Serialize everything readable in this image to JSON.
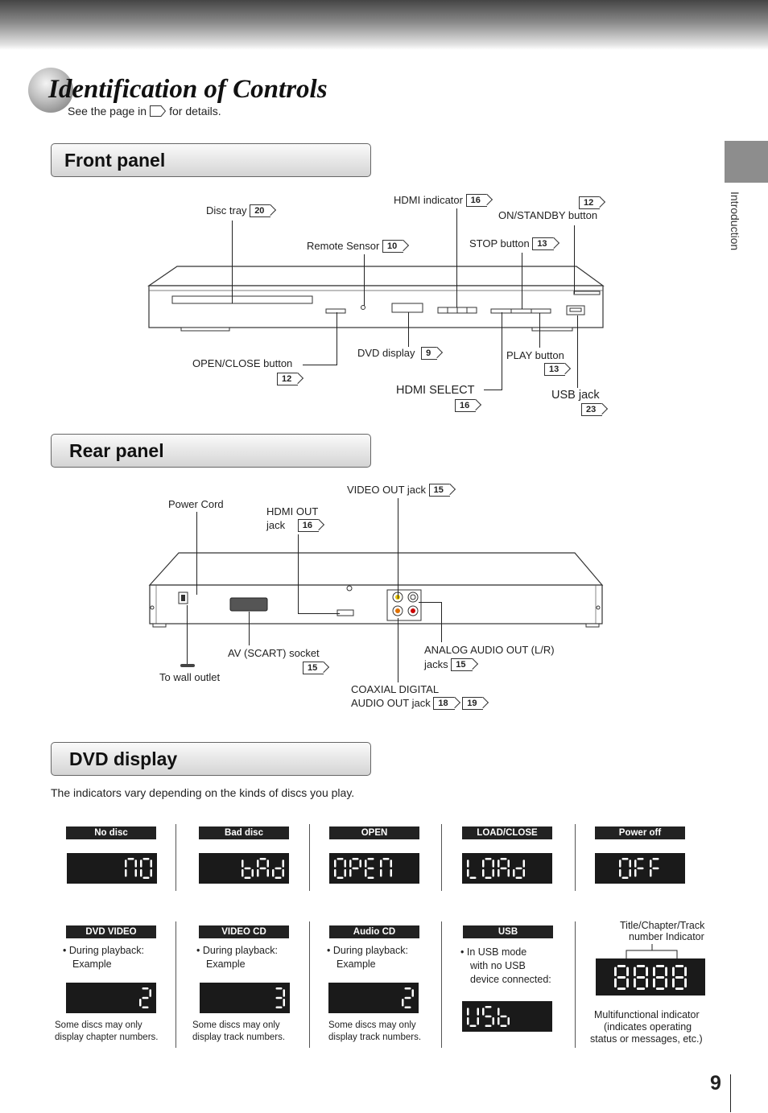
{
  "page": {
    "title": "Identification of Controls",
    "see_page_prefix": "See the page in",
    "see_page_suffix": "for details.",
    "side_tab": "Introduction",
    "page_number": "9"
  },
  "front_panel": {
    "header": "Front panel",
    "labels": {
      "disc_tray": {
        "text": "Disc tray",
        "ref": "20"
      },
      "hdmi_indicator": {
        "text": "HDMI indicator",
        "ref": "16"
      },
      "on_standby": {
        "text": "ON/STANDBY button",
        "ref": "12"
      },
      "remote_sensor": {
        "text": "Remote Sensor",
        "ref": "10"
      },
      "stop_button": {
        "text": "STOP button",
        "ref": "13"
      },
      "open_close": {
        "text": "OPEN/CLOSE button",
        "ref": "12"
      },
      "dvd_display": {
        "text": "DVD display",
        "ref": "9"
      },
      "play_button": {
        "text": "PLAY button",
        "ref": "13"
      },
      "hdmi_select": {
        "text": "HDMI SELECT",
        "ref": "16"
      },
      "usb_jack": {
        "text": "USB jack",
        "ref": "23"
      }
    }
  },
  "rear_panel": {
    "header": "Rear panel",
    "labels": {
      "power_cord": {
        "text": "Power Cord"
      },
      "hdmi_out_1": {
        "text": "HDMI OUT"
      },
      "hdmi_out_2": {
        "text": "jack",
        "ref": "16"
      },
      "video_out": {
        "text": "VIDEO OUT jack",
        "ref": "15"
      },
      "scart": {
        "text": "AV (SCART) socket",
        "ref": "15"
      },
      "wall_outlet": {
        "text": "To wall outlet"
      },
      "analog_1": {
        "text": "ANALOG AUDIO OUT (L/R)"
      },
      "analog_2": {
        "text": "jacks",
        "ref": "15"
      },
      "coax_1": {
        "text": "COAXIAL DIGITAL"
      },
      "coax_2": {
        "text": "AUDIO OUT jack",
        "ref": "18",
        "ref2": "19"
      }
    }
  },
  "dvd_display": {
    "header": "DVD display",
    "intro": "The indicators vary depending on the kinds of discs you play.",
    "row1": [
      {
        "label": "No disc",
        "display": "nO"
      },
      {
        "label": "Bad disc",
        "display": "bAd"
      },
      {
        "label": "OPEN",
        "display": "OPEn"
      },
      {
        "label": "LOAD/CLOSE",
        "display": "LOAd"
      },
      {
        "label": "Power off",
        "display": "OFF"
      }
    ],
    "row2": [
      {
        "label": "DVD VIDEO",
        "bullet": "•",
        "note1": "During playback:",
        "note2": "Example",
        "display": "2",
        "cap1": "Some discs may only",
        "cap2": "display chapter numbers."
      },
      {
        "label": "VIDEO CD",
        "bullet": "•",
        "note1": "During playback:",
        "note2": "Example",
        "display": "3",
        "cap1": "Some discs may only",
        "cap2": "display track numbers."
      },
      {
        "label": "Audio CD",
        "bullet": "•",
        "note1": "During playback:",
        "note2": "Example",
        "display": "2",
        "cap1": "Some discs may only",
        "cap2": "display track numbers."
      },
      {
        "label": "USB",
        "bullet": "•",
        "note1": "In USB mode",
        "note2": "with no USB",
        "note3": "device connected:",
        "display": "USb"
      }
    ],
    "multi": {
      "top1": "Title/Chapter/Track",
      "top2": "number Indicator",
      "display": "8888",
      "bottom1": "Multifunctional indicator",
      "bottom2": "(indicates operating",
      "bottom3": "status or messages, etc.)"
    }
  }
}
